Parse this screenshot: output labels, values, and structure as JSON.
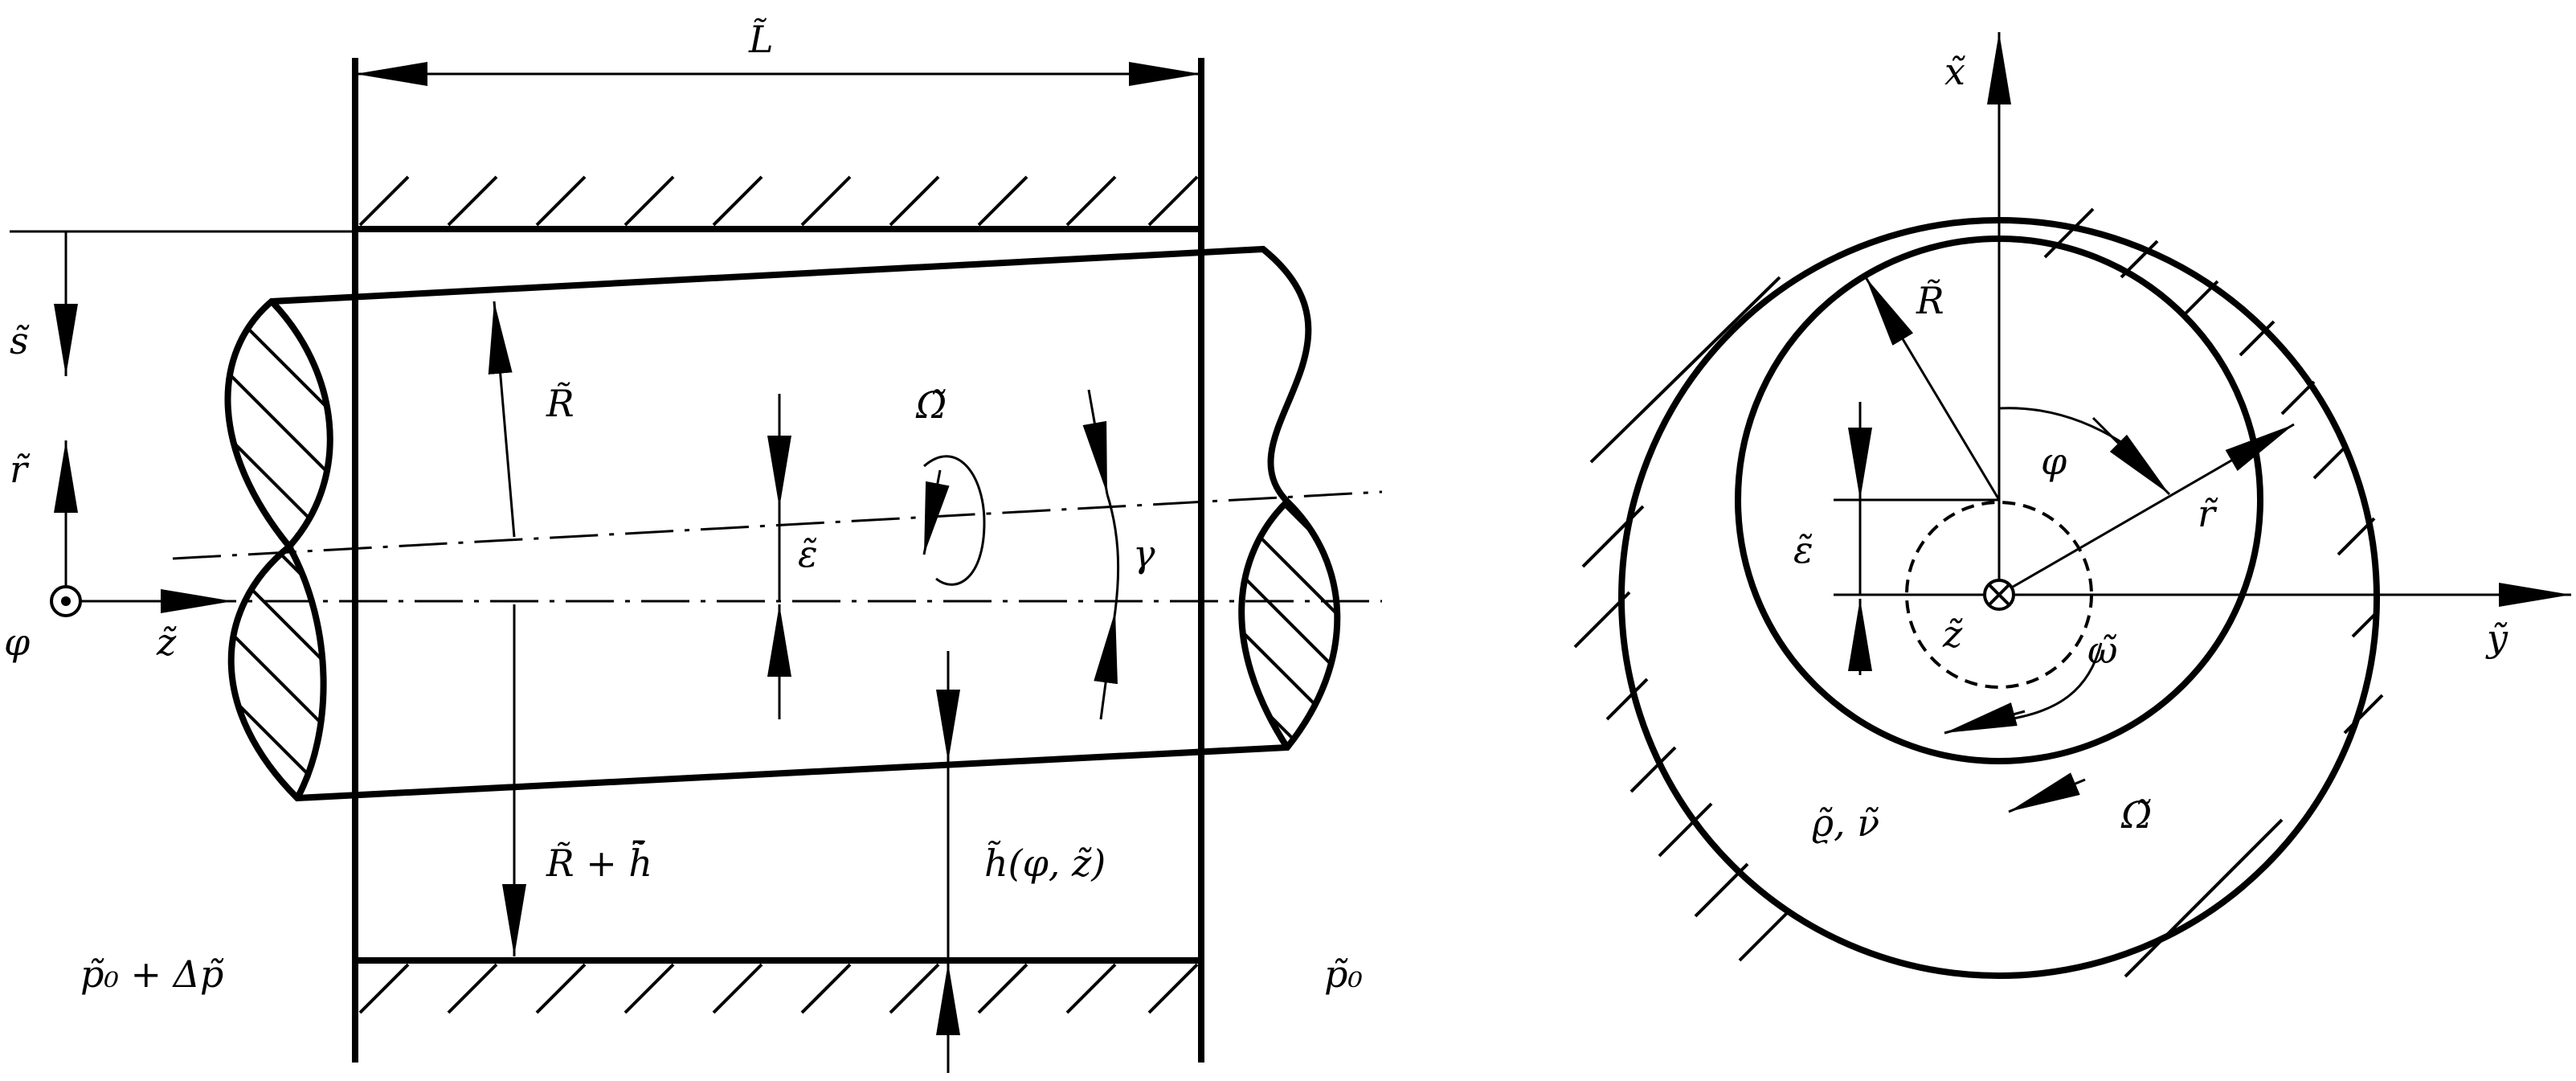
{
  "labels": {
    "length": "L̃",
    "s": "s̃",
    "r_axis": "r̃",
    "phi_left": "φ",
    "z_axis": "z̃",
    "radius_left": "R̃",
    "eps_left": "ε̃",
    "omega_big_left": "Ω̃",
    "gamma": "γ",
    "gap_left": "R̃ + h̃̄",
    "gap_right": "h̃(φ, z̃)",
    "p_inlet": "p̃₀ + Δp̃",
    "p_outlet": "p̃₀",
    "x_axis": "x̃",
    "radius_right": "R̃",
    "phi_right": "φ",
    "r_right": "r̃",
    "eps_right": "ε̃",
    "z_right": "z̃",
    "omega_small": "ω̃",
    "y_axis": "ỹ",
    "rho_nu": "ϱ̃, ν̃",
    "omega_big_right": "Ω̃"
  }
}
